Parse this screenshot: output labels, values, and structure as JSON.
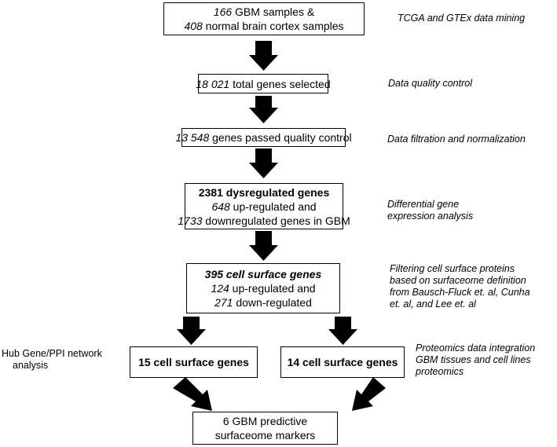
{
  "boxes": {
    "b1": {
      "l1_num": "166",
      "l1_rest": " GBM samples &",
      "l2_num": "408",
      "l2_rest": " normal brain cortex samples"
    },
    "b2": {
      "num": "18 021",
      "rest": " total genes selected"
    },
    "b3": {
      "num": "13 548",
      "rest": " genes passed quality control"
    },
    "b4": {
      "l1": "2381 dysregulated genes",
      "l2_num": "648",
      "l2_rest": " up-regulated and",
      "l3_num": "1733",
      "l3_rest": " downregulated genes in GBM"
    },
    "b5": {
      "l1": "395 cell surface genes",
      "l2_num": "124",
      "l2_rest": " up-regulated and",
      "l3_num": "271",
      "l3_rest": " down-regulated"
    },
    "b6": {
      "l1": "15 cell surface genes"
    },
    "b7": {
      "l1": "14 cell surface genes"
    },
    "b8": {
      "l1": "6 GBM predictive",
      "l2": "surfaceome markers"
    }
  },
  "notes": {
    "n1": "TCGA and GTEx data mining",
    "n2": "Data quality control",
    "n3": "Data filtration and normalization",
    "n4": [
      "Differential gene",
      "expression analysis"
    ],
    "n5": [
      "Filtering cell surface proteins",
      "based on surfaceome definition",
      "from Bausch-Fluck et. al, Cunha",
      "et. al, and Lee et. al"
    ],
    "n6": [
      "Hub Gene/PPI network",
      "analysis"
    ],
    "n7": [
      "Proteomics data integration",
      "GBM tissues and cell lines",
      "proteomics"
    ]
  }
}
